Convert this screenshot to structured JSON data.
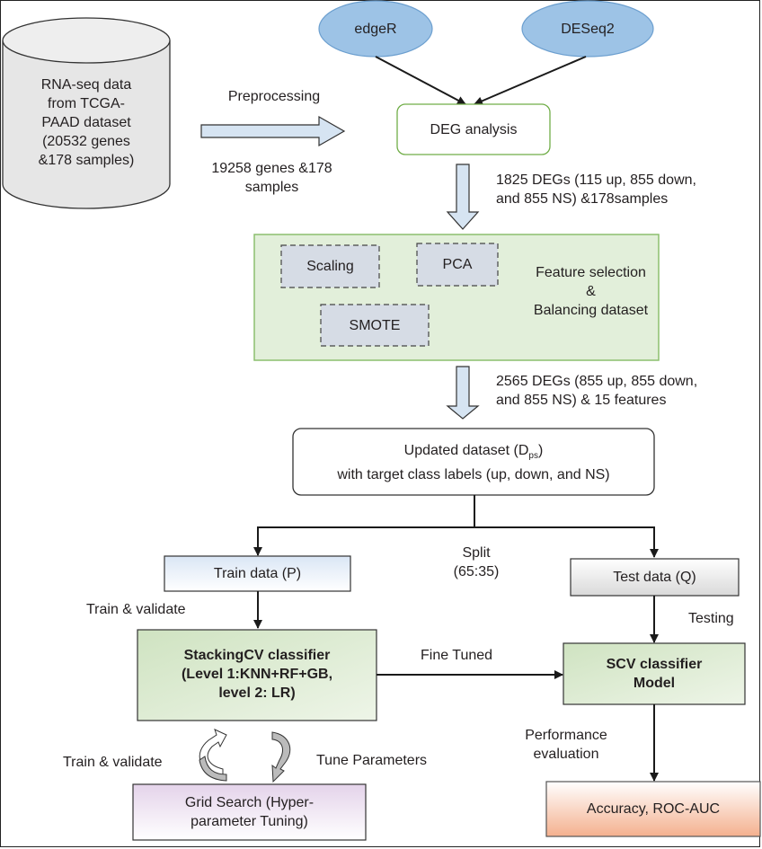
{
  "source": {
    "lines": [
      "RNA-seq data",
      "from TCGA-",
      "PAAD dataset",
      "(20532 genes",
      "&178 samples)"
    ]
  },
  "tools": [
    {
      "label": "edgeR",
      "color": "#9dc3e6"
    },
    {
      "label": "DESeq2",
      "color": "#9dc3e6"
    }
  ],
  "preprocessing": {
    "label": "Preprocessing",
    "result_lines": [
      "19258 genes &178",
      "samples"
    ]
  },
  "deg_analysis": {
    "label": "DEG analysis",
    "border_color": "#70ad47"
  },
  "deg_result": {
    "lines": [
      "1825 DEGs (115 up, 855 down,",
      "and 855 NS) &178samples"
    ]
  },
  "feature_block": {
    "steps": [
      "Scaling",
      "PCA",
      "SMOTE"
    ],
    "title_lines": [
      "Feature selection",
      "&",
      "Balancing dataset"
    ],
    "fill_color": "#e2efda",
    "border_color": "#8cbf6f"
  },
  "feature_result": {
    "lines": [
      "2565 DEGs (855 up, 855 down,",
      "and 855 NS) & 15 features"
    ]
  },
  "updated_dataset": {
    "line1_prefix": "Updated dataset (D",
    "line1_subscript": "ps",
    "line1_suffix": ")",
    "line2": "with target class labels (up, down, and NS)"
  },
  "split": {
    "lines": [
      "Split",
      "(65:35)"
    ]
  },
  "train_data": {
    "label": "Train data (P)"
  },
  "test_data": {
    "label": "Test data (Q)"
  },
  "train_validate_top": "Train & validate",
  "testing": "Testing",
  "stacking": {
    "lines": [
      "StackingCV classifier",
      "(Level 1:KNN+RF+GB,",
      "level 2: LR)"
    ]
  },
  "fine_tuned": "Fine Tuned",
  "scv_model": {
    "lines": [
      "SCV classifier",
      "Model"
    ]
  },
  "train_validate_bottom": "Train & validate",
  "tune_parameters": "Tune Parameters",
  "grid_search": {
    "lines": [
      "Grid Search (Hyper-",
      "parameter Tuning)"
    ]
  },
  "performance": {
    "lines": [
      "Performance",
      "evaluation"
    ]
  },
  "metrics": {
    "label": "Accuracy, ROC-AUC"
  }
}
